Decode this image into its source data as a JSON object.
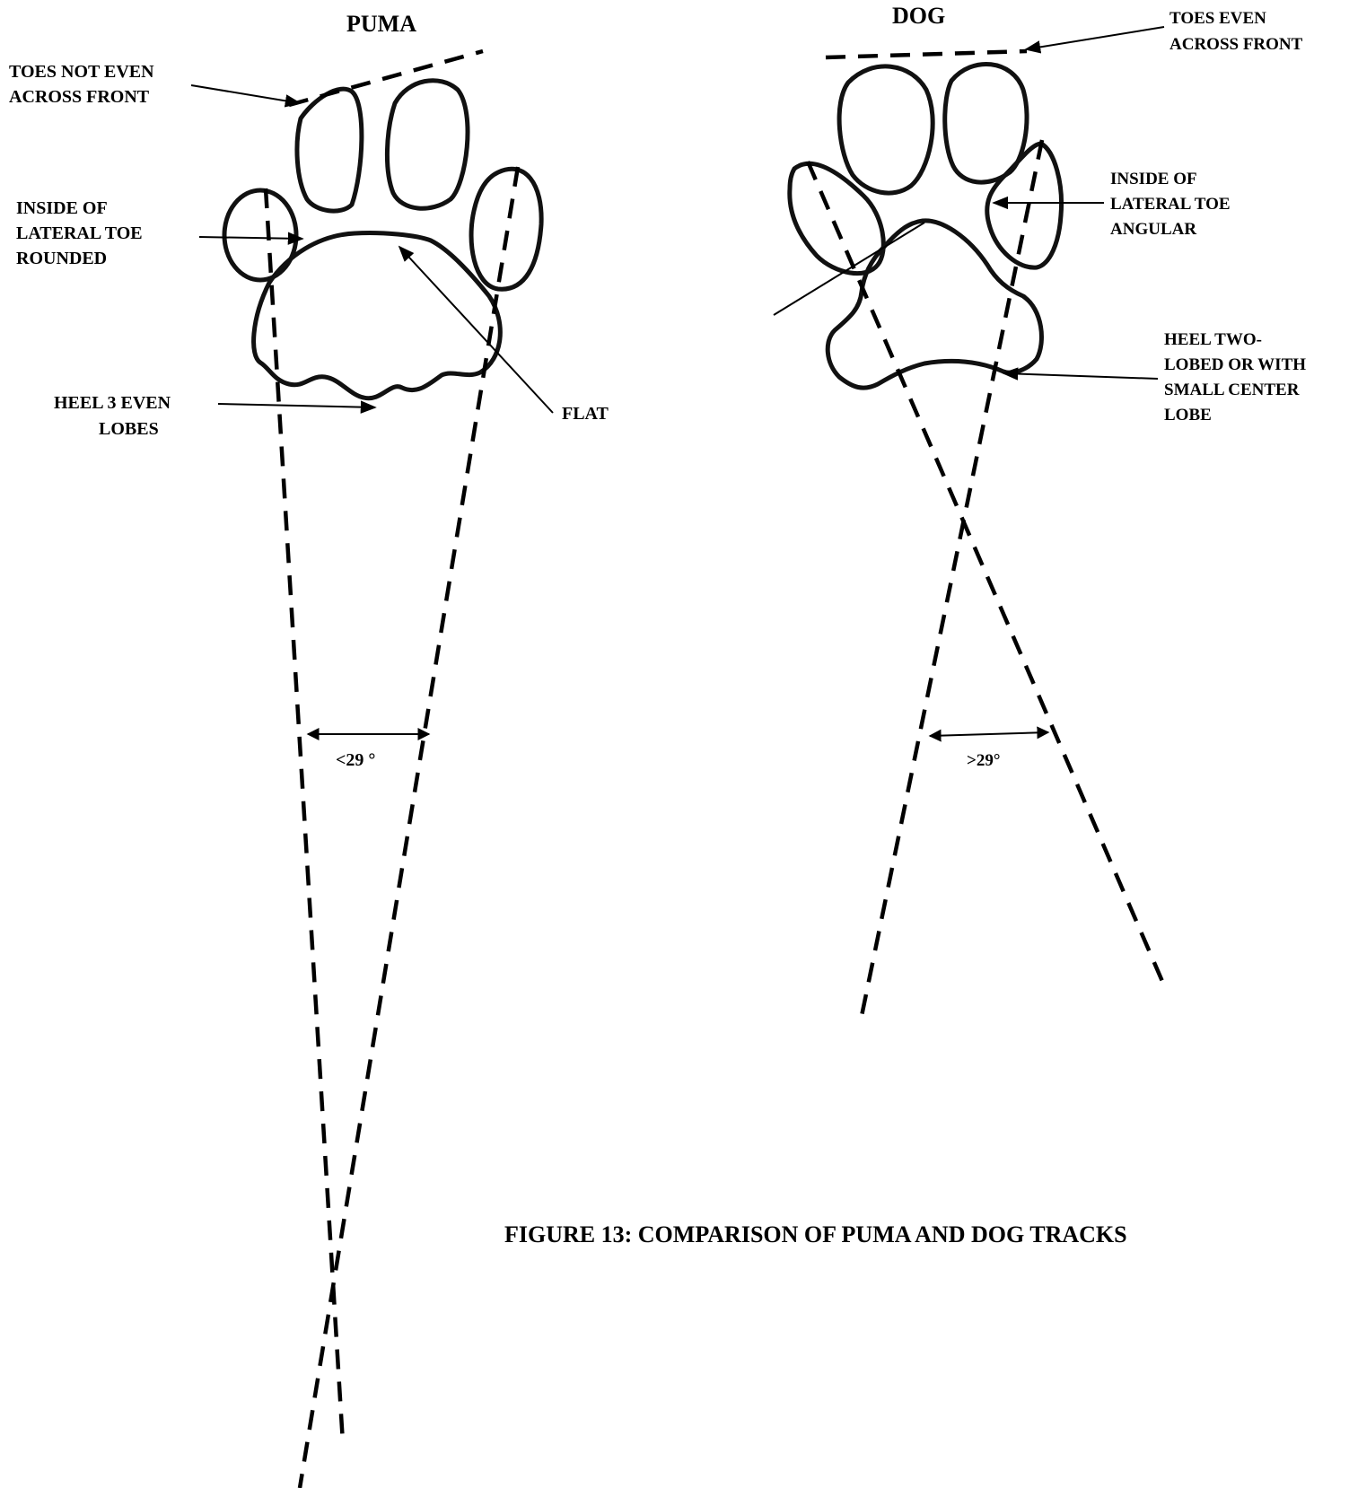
{
  "puma": {
    "title": "PUMA",
    "toes_label": [
      "TOES NOT EVEN",
      "ACROSS FRONT"
    ],
    "inside_toe_label": [
      "INSIDE OF",
      "LATERAL TOE",
      "ROUNDED"
    ],
    "heel_label": [
      "HEEL 3 EVEN",
      "LOBES"
    ],
    "flat_label": "FLAT",
    "angle_label": "<29 °"
  },
  "dog": {
    "title": "DOG",
    "toes_label": [
      "TOES EVEN",
      "ACROSS FRONT"
    ],
    "inside_toe_label": [
      "INSIDE OF",
      "LATERAL TOE",
      "ANGULAR"
    ],
    "heel_label": [
      "HEEL TWO-",
      "LOBED OR WITH",
      "SMALL CENTER",
      "LOBE"
    ],
    "angle_label": ">29°"
  },
  "caption": "FIGURE 13:  COMPARISON OF PUMA AND DOG TRACKS"
}
